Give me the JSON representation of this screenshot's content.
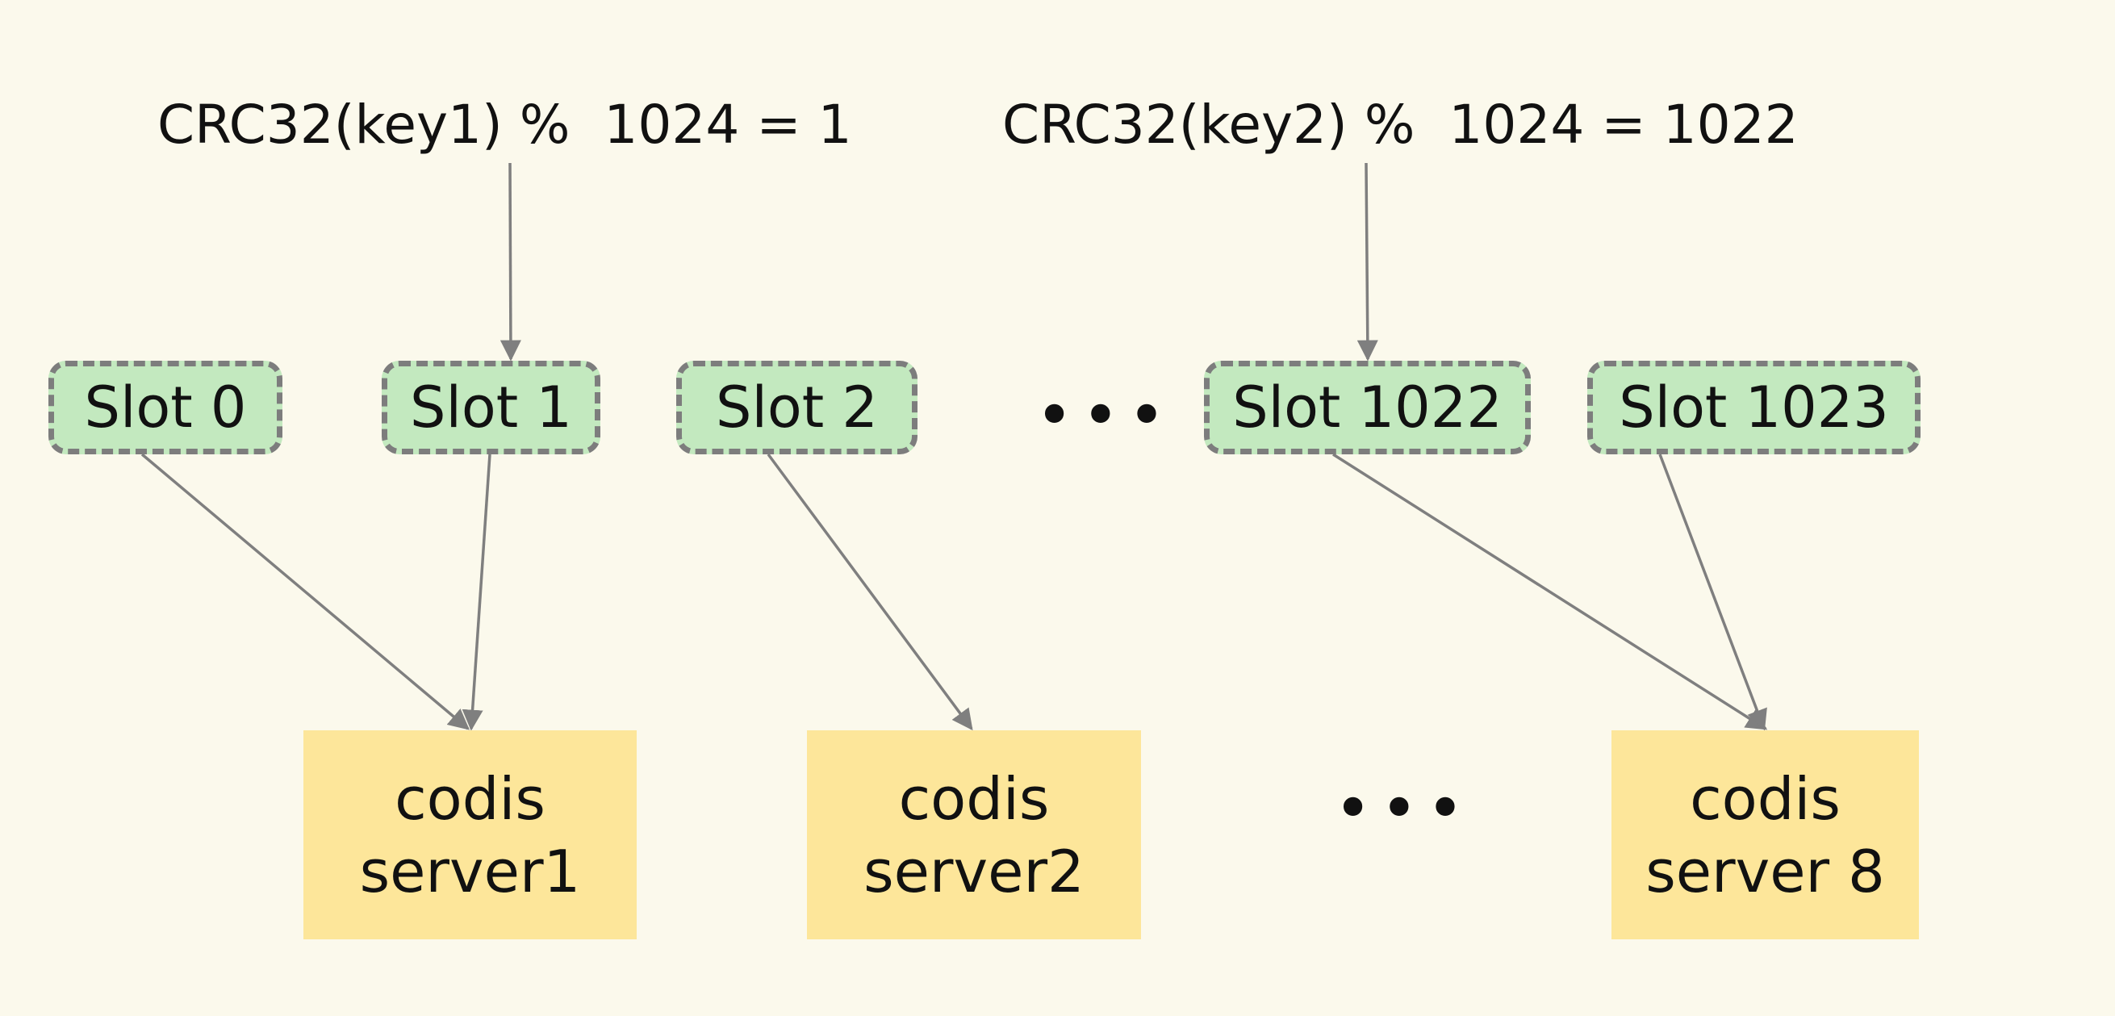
{
  "formulas": {
    "left": "CRC32(key1) %  1024 = 1",
    "right": "CRC32(key2) %  1024 = 1022"
  },
  "slots": {
    "slot0": "Slot 0",
    "slot1": "Slot 1",
    "slot2": "Slot 2",
    "ellipsis": "•••",
    "slot1022": "Slot 1022",
    "slot1023": "Slot 1023"
  },
  "servers": {
    "server1": "codis\nserver1",
    "server2": "codis\nserver2",
    "ellipsis": "•••",
    "server8": "codis\nserver 8"
  },
  "colors": {
    "background": "#fbf9ec",
    "slot_fill": "#c3e9bf",
    "slot_border": "#7d7d7d",
    "server_fill": "#fde69a",
    "arrow": "#7f7f7f"
  }
}
